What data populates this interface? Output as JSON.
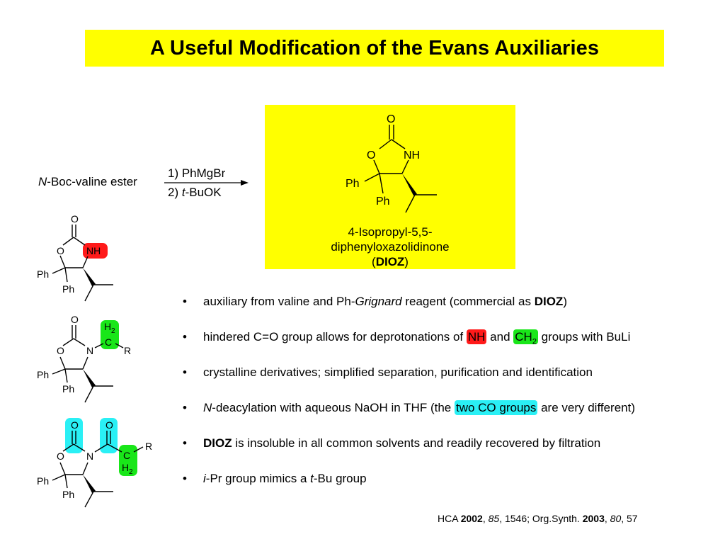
{
  "title": "A Useful Modification of the Evans Auxiliaries",
  "reaction": {
    "start_prefix": "N",
    "start_text": "-Boc-valine ester",
    "step1": "1) PhMgBr",
    "step2_prefix": "2) ",
    "step2_italic": "t",
    "step2_suffix": "-BuOK"
  },
  "dioz_caption": {
    "line1": "4-Isopropyl-5,5-",
    "line2": "diphenyloxazolidinone",
    "line3_open": "(",
    "line3_bold": "DIOZ",
    "line3_close": ")"
  },
  "structure_labels": {
    "O": "O",
    "NH": "NH",
    "N": "N",
    "Ph": "Ph",
    "H2": "H",
    "sub2": "2",
    "C": "C",
    "R": "R"
  },
  "bullets": [
    {
      "parts": [
        "auxiliary from valine and Ph-",
        "Grignard",
        " reagent (commercial as ",
        "DIOZ",
        ")"
      ]
    },
    {
      "parts": [
        "hindered C=O group allows for deprotonations of ",
        "NH",
        " and ",
        "CH",
        "2",
        " groups with BuLi"
      ]
    },
    {
      "parts": [
        "crystalline derivatives; simplified separation, purification and identification"
      ]
    },
    {
      "parts": [
        "N",
        "-deacylation with aqueous NaOH in THF (the ",
        "two CO groups",
        " are very different)"
      ]
    },
    {
      "parts": [
        "DIOZ",
        " is insoluble in all common solvents and readily recovered by filtration"
      ]
    },
    {
      "parts": [
        "i",
        "-Pr group mimics a ",
        "t",
        "-Bu group"
      ]
    }
  ],
  "bullet_symbol": "•",
  "reference": {
    "parts": [
      "HCA ",
      "2002",
      ", ",
      "85",
      ", 1546; Org.Synth. ",
      "2003",
      ", ",
      "80",
      ", 57"
    ]
  },
  "colors": {
    "title_bg": "#ffff00",
    "dioz_bg": "#ffff00",
    "highlight_red": "#ff1a1a",
    "highlight_green": "#19e619",
    "highlight_cyan": "#2af0f5"
  }
}
